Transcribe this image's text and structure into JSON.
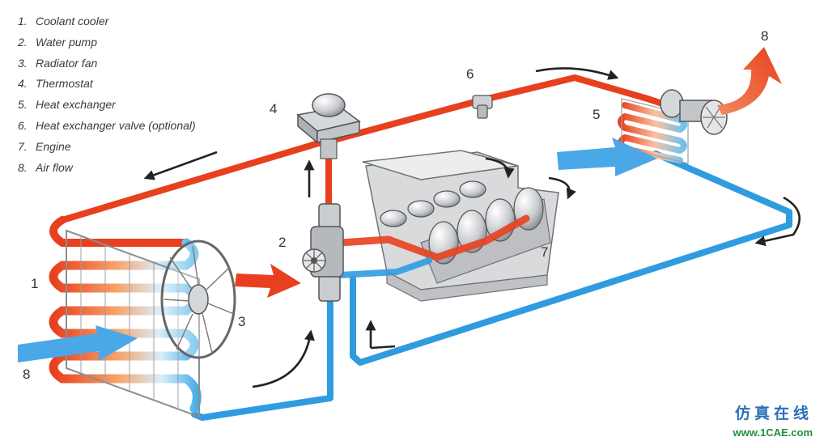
{
  "legend": [
    {
      "num": "1.",
      "label": "Coolant cooler"
    },
    {
      "num": "2.",
      "label": "Water pump"
    },
    {
      "num": "3.",
      "label": "Radiator fan"
    },
    {
      "num": "4.",
      "label": "Thermostat"
    },
    {
      "num": "5.",
      "label": "Heat exchanger"
    },
    {
      "num": "6.",
      "label": "Heat exchanger valve (optional)"
    },
    {
      "num": "7.",
      "label": "Engine"
    },
    {
      "num": "8.",
      "label": "Air flow"
    }
  ],
  "callouts": {
    "radiator": "1",
    "pump": "2",
    "fan": "3",
    "thermostat": "4",
    "heater": "5",
    "valve": "6",
    "engine": "7",
    "airflow_in": "8",
    "airflow_out": "8"
  },
  "watermark": {
    "cn": "仿真在线",
    "url": "www.1CAE.com"
  },
  "colors": {
    "hot": "#e8401e",
    "cold": "#2f9ce0",
    "arrow": "#222222"
  }
}
